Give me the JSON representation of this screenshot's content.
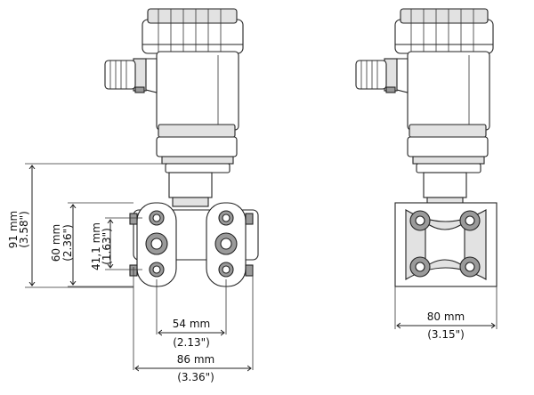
{
  "dimensions": {
    "height_total": {
      "mm": "91 mm",
      "inch": "(3.58\")"
    },
    "height_60": {
      "mm": "60 mm",
      "inch": "(2.36\")"
    },
    "height_41": {
      "mm": "41,1 mm",
      "inch": "(1.63\")"
    },
    "width_54": {
      "mm": "54 mm",
      "inch": "(2.13\")"
    },
    "width_86": {
      "mm": "86 mm",
      "inch": "(3.36\")"
    },
    "width_80": {
      "mm": "80 mm",
      "inch": "(3.15\")"
    }
  }
}
